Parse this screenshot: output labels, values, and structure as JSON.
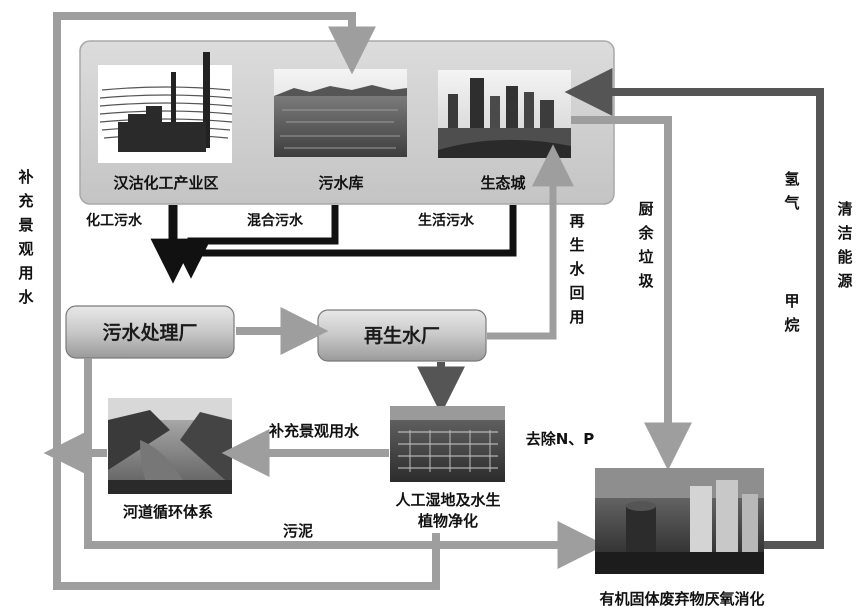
{
  "top_panel": {
    "sources": {
      "chemical_park": "汉沽化工产业区",
      "sewage_reservoir": "污水库",
      "eco_city": "生态城"
    },
    "flows": {
      "chemical_sewage": "化工污水",
      "mixed_sewage": "混合污水",
      "domestic_sewage": "生活污水"
    }
  },
  "boxes": {
    "sewage_plant": "污水处理厂",
    "reclaimed_plant": "再生水厂"
  },
  "labels": {
    "supplement_left": "补充景观用水",
    "reclaimed_reuse": "再生水回用",
    "kitchen_waste": "厨余垃圾",
    "hydrogen": "氢气",
    "methane": "甲烷",
    "clean_energy": "清洁能源",
    "supplement_mid": "补充景观用水",
    "remove_np": "去除N、P",
    "sludge": "污泥"
  },
  "images": {
    "river_system": "河道循环体系",
    "wetland_line1": "人工湿地及水生",
    "wetland_line2": "植物净化",
    "digestion": "有机固体废弃物厌氧消化"
  }
}
